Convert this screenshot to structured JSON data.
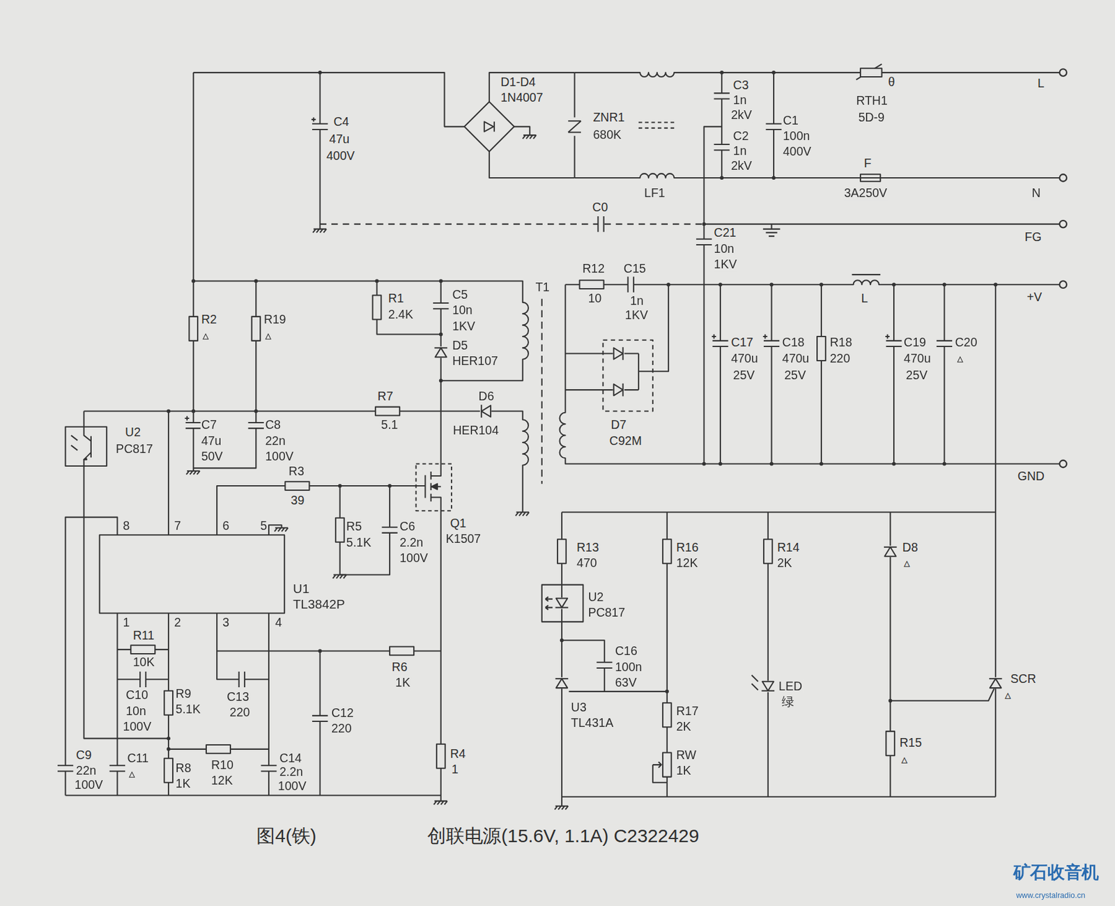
{
  "diagram": {
    "caption": "创联电源(15.6V, 1.1A) C2322429",
    "nodes": [
      {
        "text": [
          "8",
          "7",
          "6",
          "5",
          "1",
          "2",
          "3",
          "4",
          "U1 TL3842P"
        ]
      }
    ],
    "labels": [
      "D1-D4",
      "1N4007",
      "C4",
      "47u",
      "400V",
      "ZNR1",
      "680K",
      "LF1",
      "C3",
      "1n",
      "2kV",
      "C2",
      "1n",
      "2kV",
      "C1",
      "100n",
      "400V",
      "θ",
      "RTH1",
      "5D-9",
      "L",
      "F",
      "3A250V",
      "N",
      "C0",
      "FG",
      "C21",
      "10n",
      "1KV",
      "R12",
      "10",
      "C15",
      "1n",
      "1KV",
      "T1",
      "L",
      "+V",
      "C17",
      "470u",
      "25V",
      "C18",
      "470u",
      "25V",
      "R18",
      "220",
      "C19",
      "470u",
      "25V",
      "C20",
      "▵",
      "D7",
      "C92M",
      "GND",
      "R1",
      "2.4K",
      "C5",
      "10n",
      "1KV",
      "D5",
      "HER107",
      "R2",
      "▵",
      "R19",
      "▵",
      "R7",
      "5.1",
      "D6",
      "HER104",
      "U2",
      "PC817",
      "C7",
      "47u",
      "50V",
      "C8",
      "22n",
      "100V",
      "R3",
      "39",
      "Q1",
      "K1507",
      "R5",
      "5.1K",
      "C6",
      "2.2n",
      "100V",
      "R11",
      "10K",
      "C10",
      "10n",
      "100V",
      "R9",
      "5.1K",
      "C13",
      "220",
      "R6",
      "1K",
      "C12",
      "220",
      "R4",
      "1",
      "C9",
      "22n",
      "100V",
      "C11",
      "▵",
      "R8",
      "1K",
      "R10",
      "12K",
      "C14",
      "2.2n",
      "100V",
      "R13",
      "470",
      "U2",
      "PC817",
      "C16",
      "100n",
      "63V",
      "U3",
      "TL431A",
      "R16",
      "12K",
      "R17",
      "2K",
      "RW",
      "1K",
      "R14",
      "2K",
      "LED",
      "绿",
      "D8",
      "▵",
      "SCR",
      "▵",
      "R15",
      "▵",
      "图4(铁)",
      "矿石收音机",
      "www.crystalradio.cn"
    ]
  }
}
